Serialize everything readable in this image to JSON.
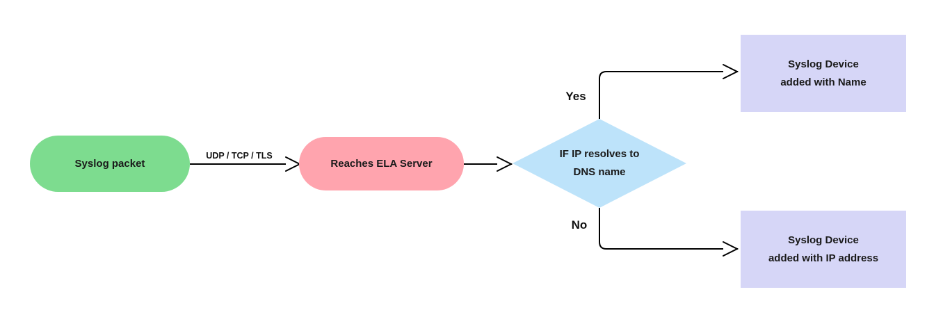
{
  "diagram": {
    "type": "flowchart",
    "background": "#ffffff",
    "line_color": "#000000",
    "text_color": "#1a1a1a"
  },
  "nodes": {
    "syslog_packet": {
      "label": "Syslog packet",
      "shape": "pill",
      "fill": "#7ddc8f"
    },
    "reaches_ela_server": {
      "label": "Reaches ELA Server",
      "shape": "pill",
      "fill": "#ffa4ae"
    },
    "decision": {
      "line1": "IF IP resolves to",
      "line2": "DNS name",
      "shape": "diamond",
      "fill": "#bde3fa"
    },
    "outcome_name": {
      "line1": "Syslog Device",
      "line2": "added with Name",
      "shape": "rect",
      "fill": "#d6d6f7"
    },
    "outcome_ip": {
      "line1": "Syslog Device",
      "line2": "added with IP address",
      "shape": "rect",
      "fill": "#d6d6f7"
    }
  },
  "edges": {
    "transport": {
      "label": "UDP / TCP / TLS",
      "from": "syslog_packet",
      "to": "reaches_ela_server"
    },
    "to_decision": {
      "label": "",
      "from": "reaches_ela_server",
      "to": "decision"
    },
    "yes": {
      "label": "Yes",
      "from": "decision",
      "to": "outcome_name"
    },
    "no": {
      "label": "No",
      "from": "decision",
      "to": "outcome_ip"
    }
  }
}
